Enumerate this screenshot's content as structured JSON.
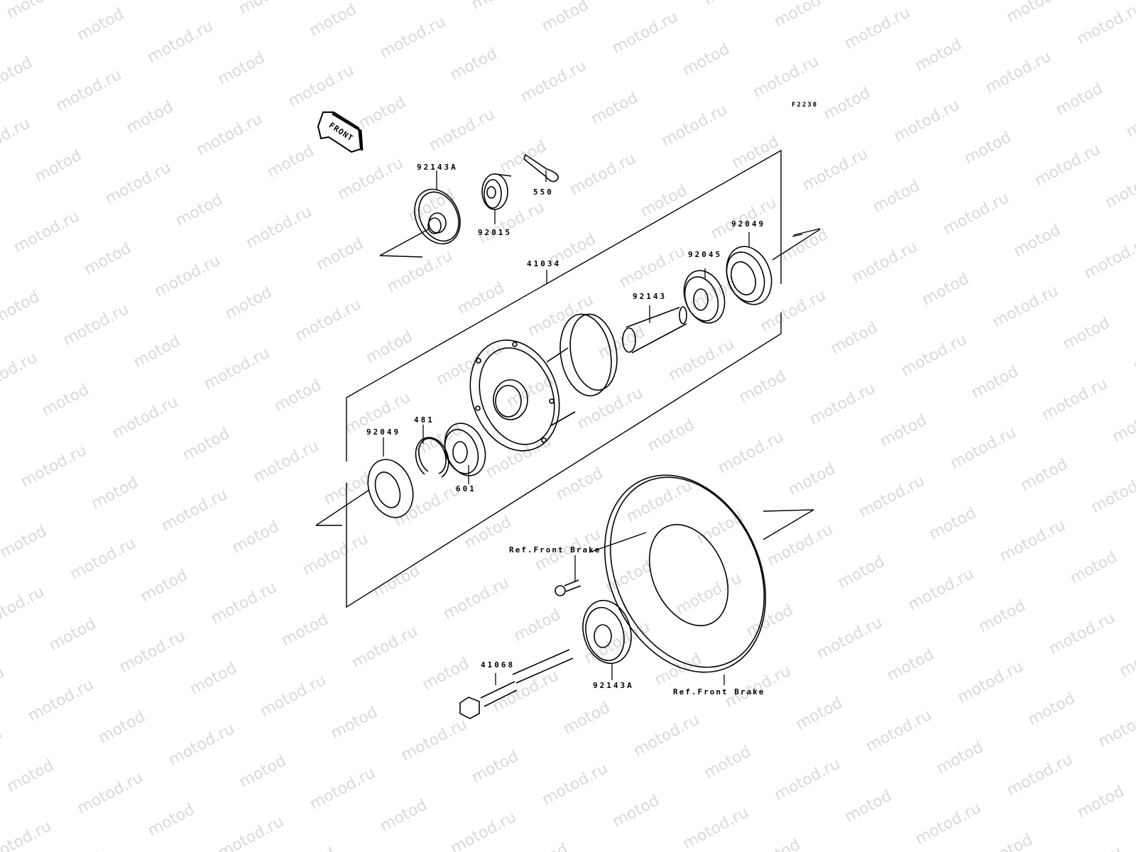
{
  "diagram": {
    "figure_code": "F2230",
    "orientation_arrow": "FRONT",
    "watermark_text": "motod.ru",
    "parts": [
      {
        "id": "92143A_top",
        "label": "92143A",
        "description": "collar (upper)"
      },
      {
        "id": "92015",
        "label": "92015",
        "description": "nut"
      },
      {
        "id": "550",
        "label": "550",
        "description": "cotter pin"
      },
      {
        "id": "41034",
        "label": "41034",
        "description": "hub assembly"
      },
      {
        "id": "92143",
        "label": "92143",
        "description": "spacer tube"
      },
      {
        "id": "92045",
        "label": "92045",
        "description": "ball bearing"
      },
      {
        "id": "92049_right",
        "label": "92049",
        "description": "oil seal (right)"
      },
      {
        "id": "92049_left",
        "label": "92049",
        "description": "oil seal (left)"
      },
      {
        "id": "481",
        "label": "481",
        "description": "circlip"
      },
      {
        "id": "601",
        "label": "601",
        "description": "ball bearing"
      },
      {
        "id": "ref_brake_bolt",
        "label": "Ref.Front Brake",
        "description": "disc bolt reference"
      },
      {
        "id": "92143A_bottom",
        "label": "92143A",
        "description": "collar (lower)"
      },
      {
        "id": "41068",
        "label": "41068",
        "description": "axle"
      },
      {
        "id": "ref_brake_disc",
        "label": "Ref.Front Brake",
        "description": "brake disc reference"
      }
    ]
  }
}
